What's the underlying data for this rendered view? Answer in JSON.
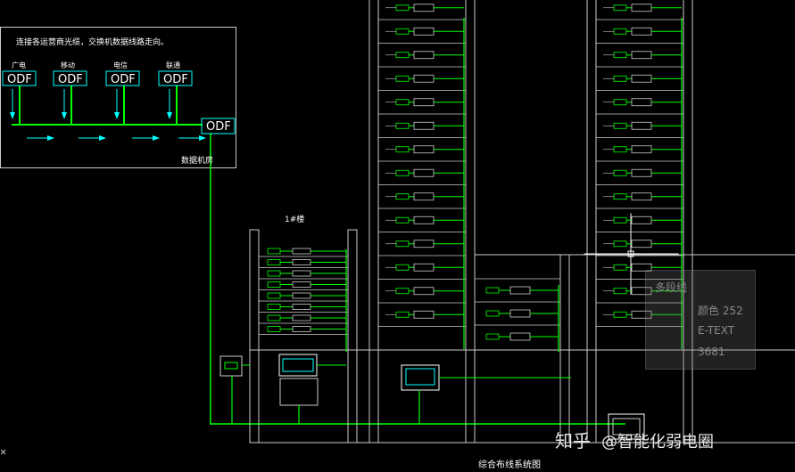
{
  "drawing": {
    "note": "连接各运营商光缆，交换机数据线路走向。",
    "operators": [
      "广电",
      "移动",
      "电信",
      "联通"
    ],
    "odf_label": "ODF",
    "room_label": "数据机房",
    "building1_label": "1#楼",
    "system_title": "综合布线系统图"
  },
  "tooltip": {
    "heading": "多段线",
    "line1": "颜色  252",
    "line2": "E-TEXT",
    "line3": "3681"
  },
  "watermark": {
    "brand": "知乎",
    "author": "@智能化弱电圈"
  },
  "ucs_label": "✕",
  "colors": {
    "background": "#000000",
    "frame": "#ffffff",
    "cable": "#00ff00",
    "label": "#00ffff",
    "odf_border": "#00ffff"
  }
}
